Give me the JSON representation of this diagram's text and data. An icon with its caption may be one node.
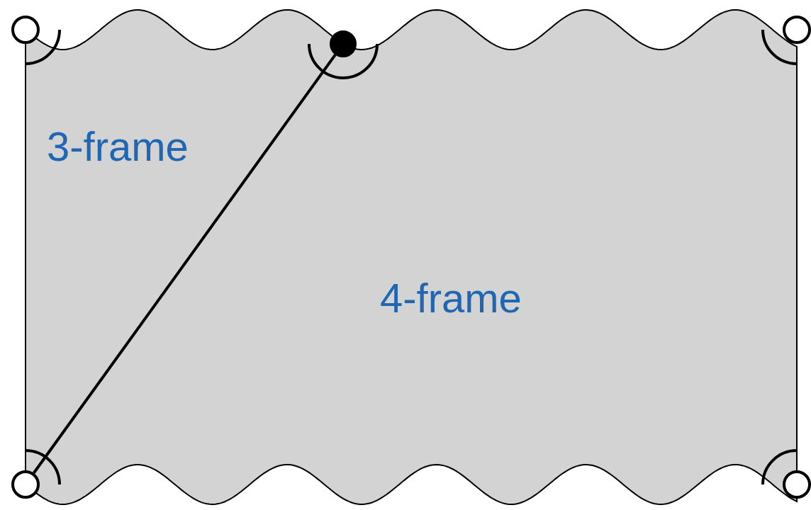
{
  "diagram": {
    "nodes": [
      {
        "text": [],
        "shape": "circle"
      },
      {
        "text": [],
        "shape": "dot"
      },
      {
        "text": [],
        "shape": "circle"
      },
      {
        "text": [],
        "shape": "circle"
      },
      {
        "text": [],
        "shape": "circle"
      }
    ],
    "edges": [
      {
        "from": 1,
        "to": 3,
        "arrow": "none"
      }
    ],
    "labels": [
      "3-frame",
      "4-frame"
    ]
  }
}
